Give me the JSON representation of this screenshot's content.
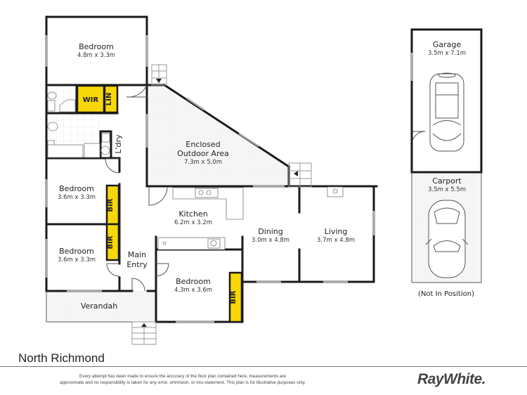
{
  "plan": {
    "suburb": "North Richmond",
    "disclaimer_line1": "Every attempt has been made to ensure the accuracy of the floor plan contained here, measurements are",
    "disclaimer_line2": "approximate and no responsibility is taken for any error, ommision, or mis-statement. This plan is for illustrative purposes only.",
    "brand": "RayWhite.",
    "rooms": {
      "bedroom1": {
        "name": "Bedroom",
        "dims": "4.8m x 3.3m"
      },
      "bedroom2": {
        "name": "Bedroom",
        "dims": "3.6m x 3.3m"
      },
      "bedroom3": {
        "name": "Bedroom",
        "dims": "3.6m x 3.3m"
      },
      "bedroom4": {
        "name": "Bedroom",
        "dims": "4.3m x 3.6m"
      },
      "outdoor": {
        "name_line1": "Enclosed",
        "name_line2": "Outdoor Area",
        "dims": "7.3m x 5.0m"
      },
      "kitchen": {
        "name": "Kitchen",
        "dims": "6.2m x 3.2m"
      },
      "dining": {
        "name": "Dining",
        "dims": "3.0m x 4.8m"
      },
      "living": {
        "name": "Living",
        "dims": "3.7m x 4.8m"
      },
      "entry": {
        "name_line1": "Main",
        "name_line2": "Entry"
      },
      "verandah": {
        "name": "Verandah"
      },
      "laundry": {
        "name": "L'dry"
      },
      "garage": {
        "name": "Garage",
        "dims": "3.5m x 7.1m"
      },
      "carport": {
        "name": "Carport",
        "dims": "3.5m x 5.5m"
      }
    },
    "storage": {
      "wir": "WIR",
      "lin": "LIN",
      "bir": "BIR"
    },
    "carport_note": "(Not In Position)",
    "colors": {
      "storage": "#f7d708",
      "wall": "#1a1a1a"
    }
  }
}
